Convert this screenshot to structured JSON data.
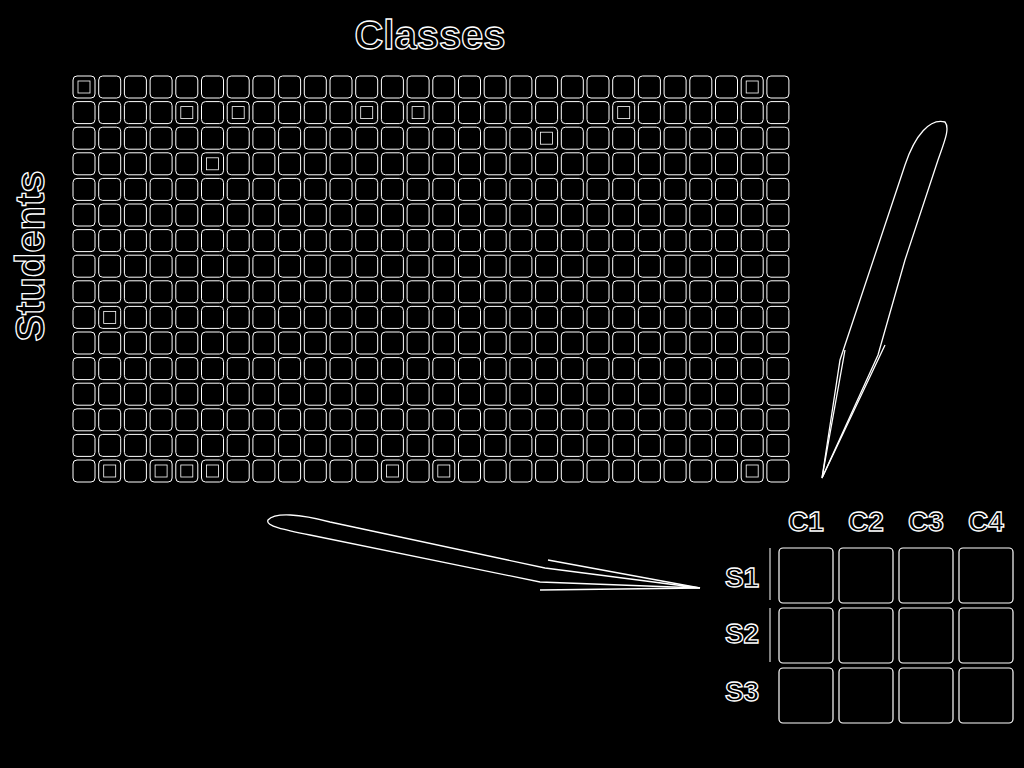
{
  "diagram": {
    "labels": [
      "Classes",
      "Students",
      "C1",
      "C2",
      "C3",
      "C4",
      "S1",
      "S2",
      "S3"
    ]
  }
}
